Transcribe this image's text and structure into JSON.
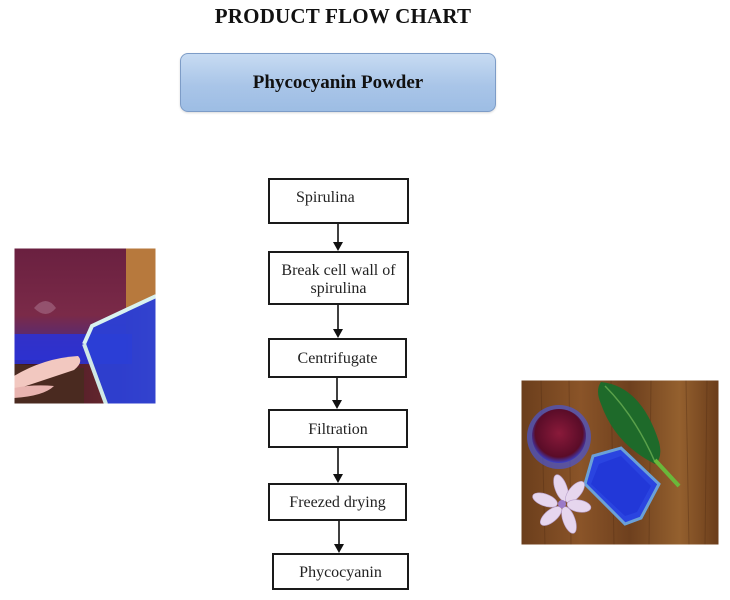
{
  "title": "PRODUCT FLOW CHART",
  "product_name": "Phycocyanin Powder",
  "steps": [
    {
      "label": "Spirulina"
    },
    {
      "label": "Break cell wall of spirulina"
    },
    {
      "label": "Centrifugate"
    },
    {
      "label": "Filtration"
    },
    {
      "label": "Freezed drying"
    },
    {
      "label": "Phycocyanin"
    }
  ],
  "colors": {
    "header_fill": "#a9c5e8",
    "header_border": "#7d9cc7",
    "box_border": "#1a1a1a",
    "powder_blue": "#2b3fd6",
    "liquid_red": "#6a1230",
    "wood": "#7a4a22"
  }
}
